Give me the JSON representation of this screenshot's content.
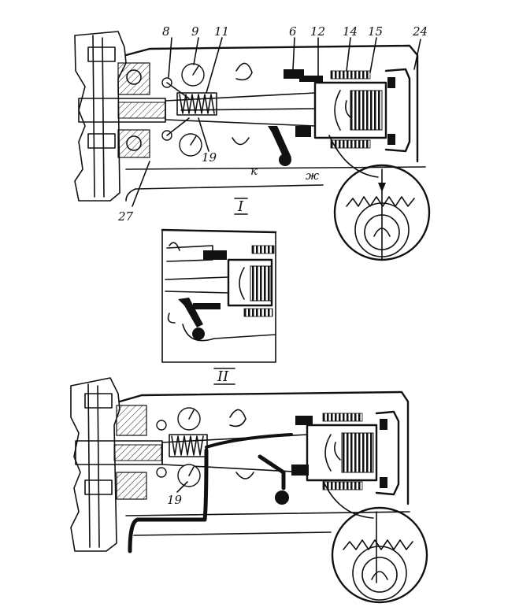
{
  "labels": {
    "top_view": [
      "8",
      "9",
      "11",
      "6",
      "12",
      "14",
      "15",
      "24",
      "19",
      "27",
      "к",
      "ж"
    ],
    "view_I": "I",
    "view_II": "II",
    "bottom_view": [
      "19"
    ]
  },
  "colors": {
    "ink": "#111111",
    "paper": "#ffffff"
  }
}
